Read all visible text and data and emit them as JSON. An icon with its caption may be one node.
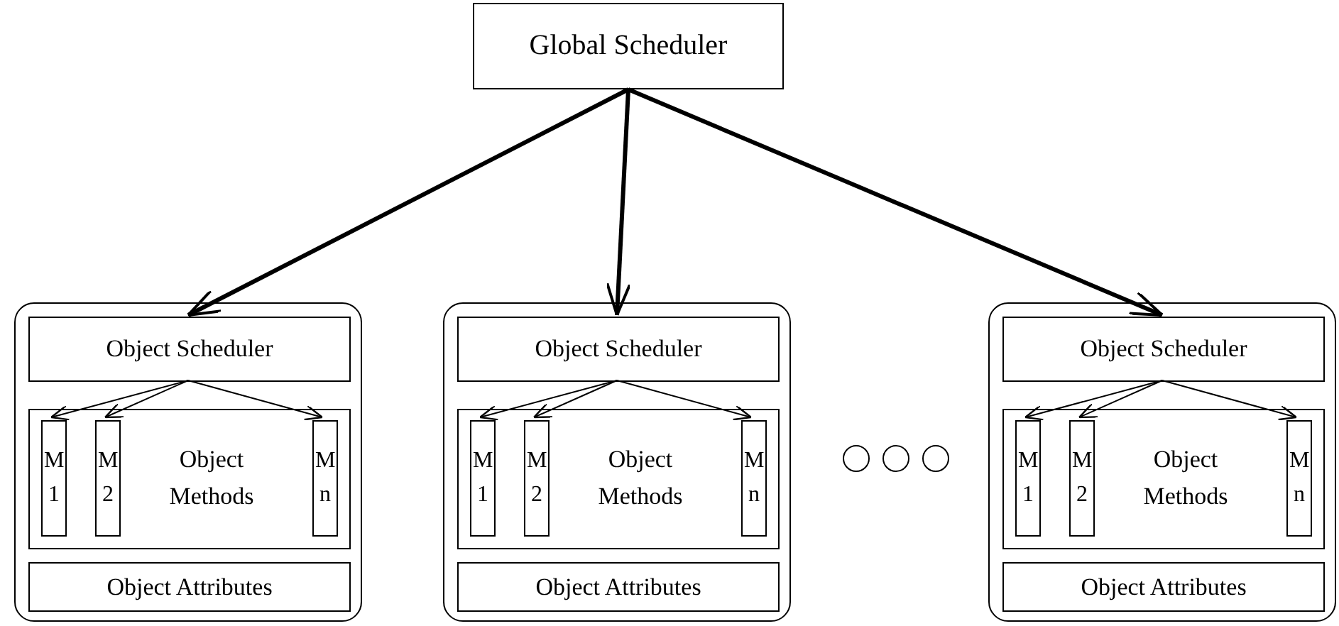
{
  "diagram": {
    "nodes": [
      {
        "text": [
          "Global Scheduler"
        ]
      },
      {
        "text": [],
        "shape": "box"
      },
      {
        "text": [
          "Object Scheduler"
        ],
        "in": 1
      },
      {
        "text": [
          "Object Methods"
        ],
        "in": 1
      },
      {
        "text": [
          "M 1"
        ],
        "in": 3
      },
      {
        "text": [
          "M 2"
        ],
        "in": 3
      },
      {
        "text": [
          "M n"
        ],
        "in": 3
      },
      {
        "text": [
          "Object Attributes"
        ],
        "in": 1
      },
      {
        "text": [],
        "shape": "box"
      },
      {
        "text": [
          "Object Scheduler"
        ],
        "in": 8
      },
      {
        "text": [
          "Object Methods"
        ],
        "in": 8
      },
      {
        "text": [
          "M 1"
        ],
        "in": 10
      },
      {
        "text": [
          "M 2"
        ],
        "in": 10
      },
      {
        "text": [
          "M n"
        ],
        "in": 10
      },
      {
        "text": [
          "Object Attributes"
        ],
        "in": 8
      },
      {
        "text": [],
        "shape": "box"
      },
      {
        "text": [
          "Object Scheduler"
        ],
        "in": 15
      },
      {
        "text": [
          "Object Methods"
        ],
        "in": 15
      },
      {
        "text": [
          "M 1"
        ],
        "in": 17
      },
      {
        "text": [
          "M 2"
        ],
        "in": 17
      },
      {
        "text": [
          "M n"
        ],
        "in": 17
      },
      {
        "text": [
          "Object Attributes"
        ],
        "in": 15
      }
    ],
    "edges": [
      {
        "from": 0,
        "to": 2,
        "arrow": "to",
        "style": "thick"
      },
      {
        "from": 0,
        "to": 9,
        "arrow": "to",
        "style": "thick"
      },
      {
        "from": 0,
        "to": 16,
        "arrow": "to",
        "style": "thick"
      },
      {
        "from": 2,
        "to": 4,
        "arrow": "to"
      },
      {
        "from": 2,
        "to": 5,
        "arrow": "to"
      },
      {
        "from": 2,
        "to": 6,
        "arrow": "to"
      },
      {
        "from": 9,
        "to": 11,
        "arrow": "to"
      },
      {
        "from": 9,
        "to": 12,
        "arrow": "to"
      },
      {
        "from": 9,
        "to": 13,
        "arrow": "to"
      },
      {
        "from": 16,
        "to": 18,
        "arrow": "to"
      },
      {
        "from": 16,
        "to": 19,
        "arrow": "to"
      },
      {
        "from": 16,
        "to": 20,
        "arrow": "to"
      }
    ]
  }
}
